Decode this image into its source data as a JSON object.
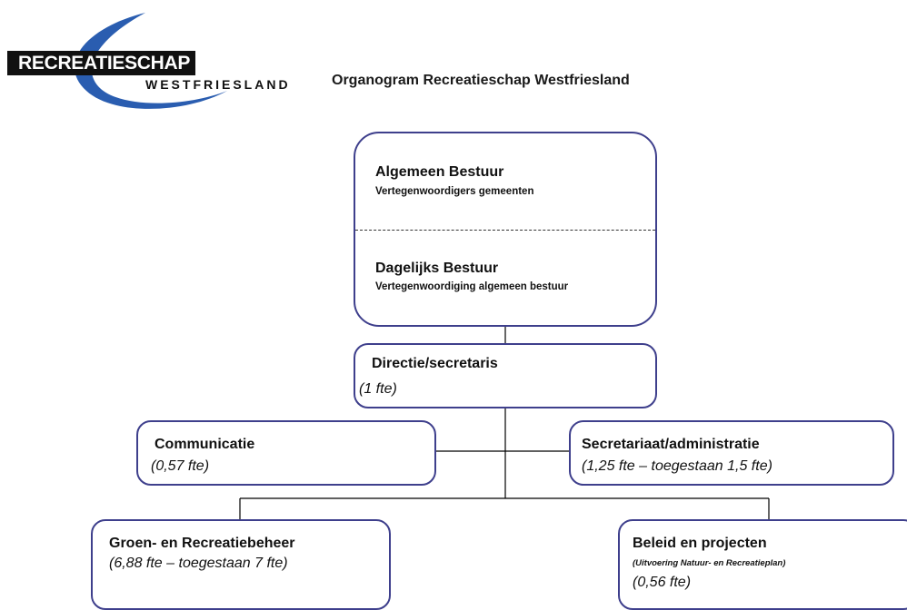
{
  "logo": {
    "main": "RECREATIESCHAP",
    "sub": "WESTFRIESLAND"
  },
  "title": "Organogram Recreatieschap Westfriesland",
  "nodes": {
    "algemeen_bestuur": {
      "title": "Algemeen Bestuur",
      "subtitle": "Vertegenwoordigers gemeenten"
    },
    "dagelijks_bestuur": {
      "title": "Dagelijks Bestuur",
      "subtitle": "Vertegenwoordiging algemeen bestuur"
    },
    "directie": {
      "title": "Directie/secretaris",
      "fte": "(1 fte)"
    },
    "communicatie": {
      "title": "Communicatie",
      "fte": "(0,57 fte)"
    },
    "secretariaat": {
      "title": "Secretariaat/administratie",
      "fte": "(1,25 fte – toegestaan 1,5 fte)"
    },
    "groen": {
      "title": "Groen- en Recreatiebeheer",
      "fte": "(6,88 fte – toegestaan 7 fte)"
    },
    "beleid": {
      "title": "Beleid en projecten",
      "note": "(Uitvoering Natuur- en Recreatieplan)",
      "fte": "(0,56 fte)"
    }
  },
  "colors": {
    "box_border": "#3e3f8c",
    "logo_swoosh": "#2a5db0",
    "connector": "#000000"
  }
}
